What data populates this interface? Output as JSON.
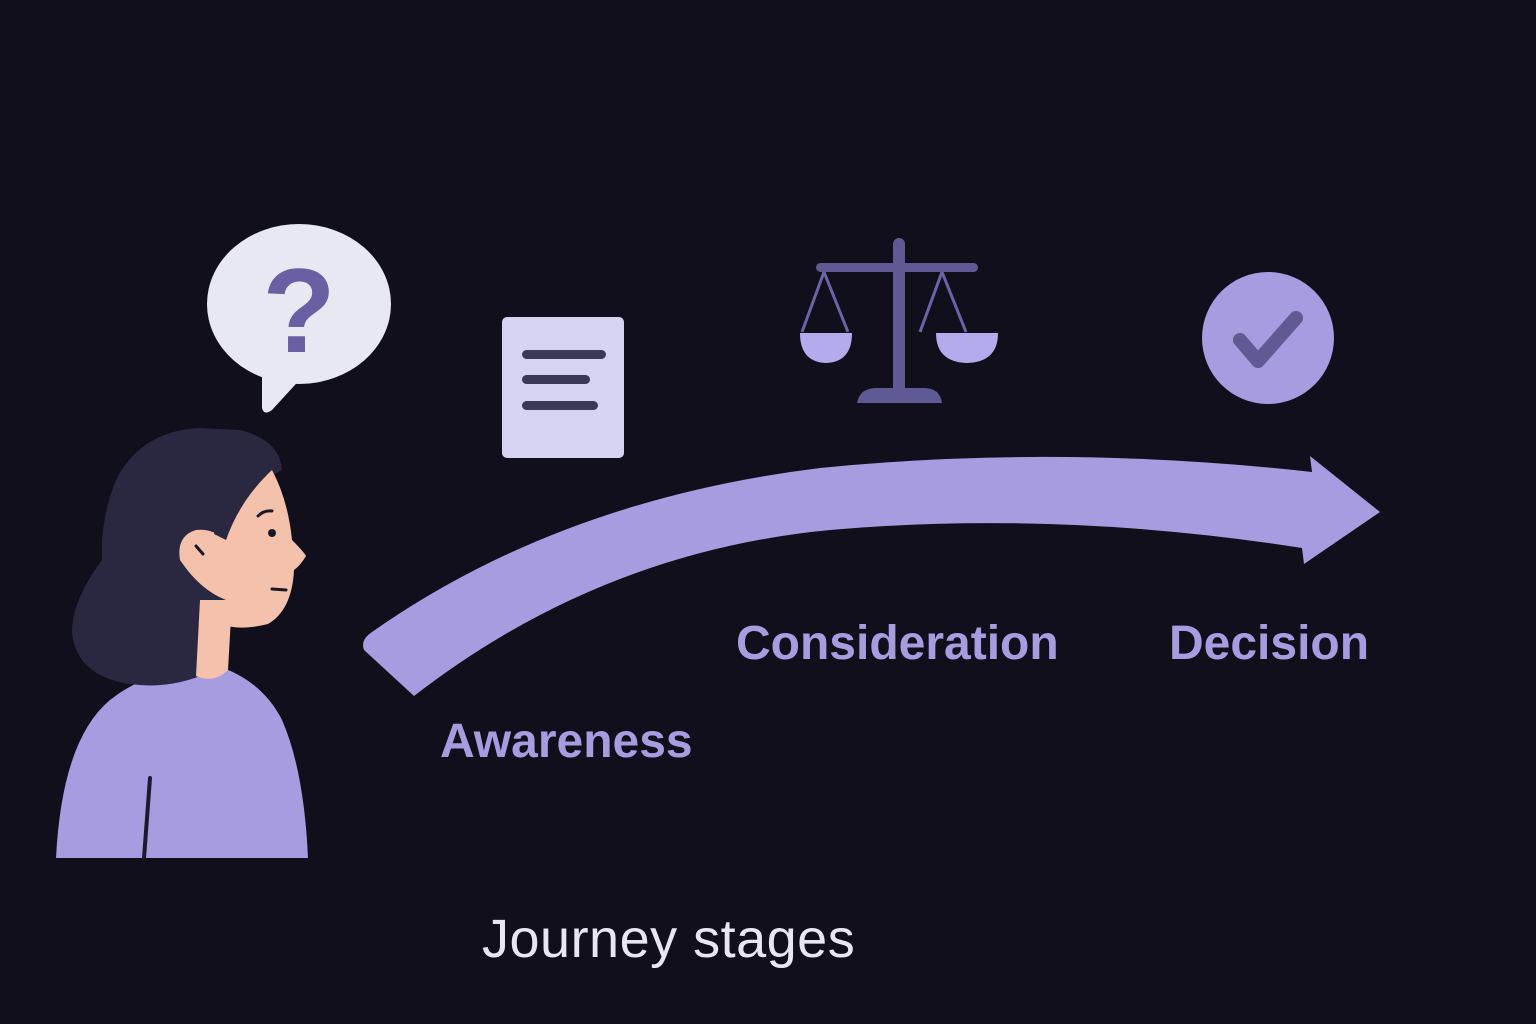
{
  "diagram": {
    "caption": "Journey stages",
    "stages": [
      {
        "label": "Awareness",
        "icon": "document-icon"
      },
      {
        "label": "Consideration",
        "icon": "scales-icon"
      },
      {
        "label": "Decision",
        "icon": "checkmark-circle-icon"
      }
    ],
    "person": {
      "thought_symbol": "?",
      "icon": "question-speech-bubble-icon"
    },
    "colors": {
      "background": "#110f1b",
      "accent": "#a89ce0",
      "accent_dark": "#5f5a94",
      "document_bg": "#d6d3f2",
      "bubble_bg": "#e8e8f2",
      "hair": "#2a2840",
      "skin": "#f3c1ac",
      "caption_text": "#e8e6f2"
    }
  }
}
